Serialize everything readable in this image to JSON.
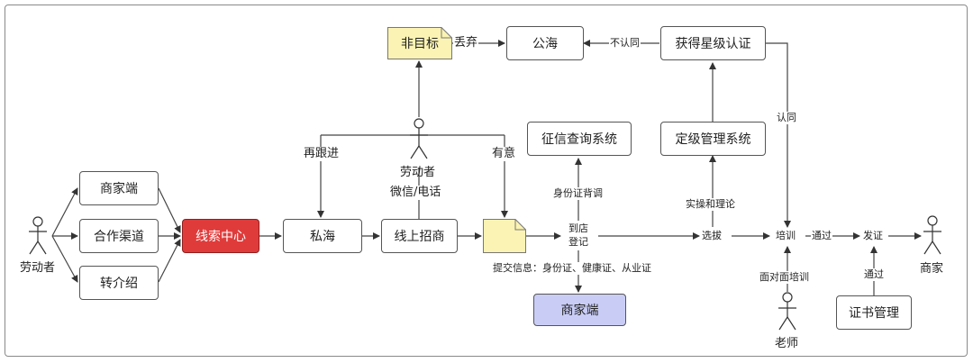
{
  "nodes": {
    "shangjia_duan": "商家端",
    "hezuo_qudao": "合作渠道",
    "zhuan_jieshao": "转介绍",
    "xiansuo_zhongxin": "线索中心",
    "sihai": "私海",
    "xianshang_zhaoshang": "线上招商",
    "feimubiao": "非目标",
    "gonghai": "公海",
    "huode_xingji": "获得星级认证",
    "dingji_guanli": "定级管理系统",
    "zhengxin_chaxun": "征信查询系统",
    "shangjia_duan_bottom": "商家端",
    "zhengshu_guanli": "证书管理"
  },
  "actors": {
    "left": "劳动者",
    "middle": "劳动者",
    "teacher": "老师",
    "merchant": "商家"
  },
  "labels": {
    "diuqi": "丢弃",
    "bu_rentong": "不认同",
    "rentong": "认同",
    "zaigenjin": "再跟进",
    "youyi": "有意",
    "weixin_dianhua": "微信/电话",
    "shenfenzheng_beidiao": "身份证背调",
    "daodian": "到店",
    "dengji": "登记",
    "tijiao_xinxi": "提交信息：身份证、健康证、从业证",
    "shicao_lilun": "实操和理论",
    "xuanba": "选拔",
    "peixun": "培训",
    "tongguo1": "通过",
    "fazheng": "发证",
    "tongguo2": "通过",
    "mianduimian": "面对面培训"
  },
  "colors": {
    "red_node": "#e03b3b",
    "note_yellow": "#fbf3b3",
    "purple_node": "#c9cdf6"
  }
}
